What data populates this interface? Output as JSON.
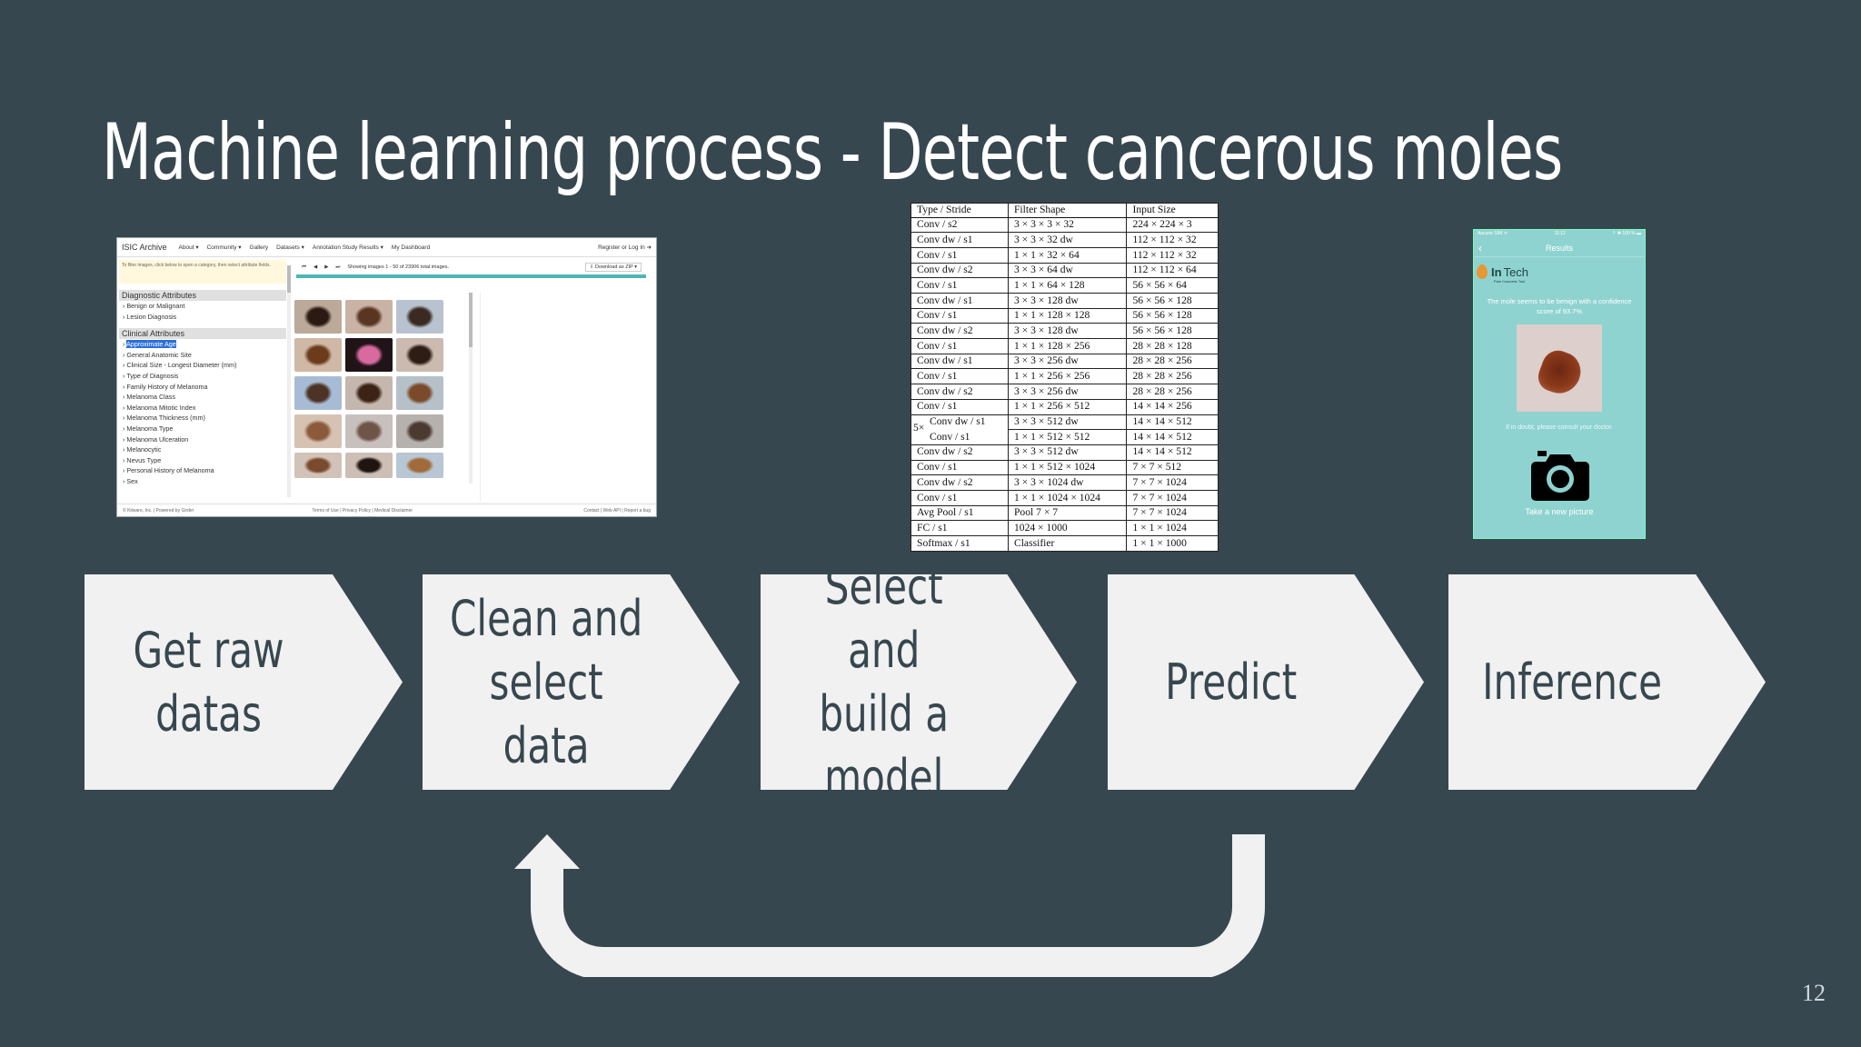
{
  "slide": {
    "title": "Machine learning process - Detect cancerous moles",
    "page_number": "12"
  },
  "isic": {
    "brand": "ISIC Archive",
    "nav": [
      "About ▾",
      "Community ▾",
      "Gallery",
      "Datasets ▾",
      "Annotation Study Results ▾",
      "My Dashboard"
    ],
    "login": "Register or Log In ➜",
    "note": "To filter images, click below to open a category, then select attribute fields.",
    "diagnostic_header": "Diagnostic Attributes",
    "diagnostic_items": [
      "Benign or Malignant",
      "Lesion Diagnosis"
    ],
    "clinical_header": "Clinical Attributes",
    "clinical_items": [
      "Approximate Age",
      "General Anatomic Site",
      "Clinical Size - Longest Diameter (mm)",
      "Type of Diagnosis",
      "Family History of Melanoma",
      "Melanoma Class",
      "Melanoma Mitotic Index",
      "Melanoma Thickness (mm)",
      "Melanoma Type",
      "Melanoma Ulceration",
      "Melanocytic",
      "Nevus Type",
      "Personal History of Melanoma",
      "Sex"
    ],
    "showing_text": "Showing images 1 - 50 of 23906 total images.",
    "download": "⇩ Download as ZIP ▾",
    "footer_left": "© Kitware, Inc. | Powered by Girder",
    "footer_mid": "Terms of Use | Privacy Policy | Medical Disclaimer",
    "footer_right": "Contact | Web API | Report a bug"
  },
  "arch_table": {
    "headers": [
      "Type / Stride",
      "Filter Shape",
      "Input Size"
    ],
    "rows": [
      [
        "Conv / s2",
        "3 × 3 × 3 × 32",
        "224 × 224 × 3"
      ],
      [
        "Conv dw / s1",
        "3 × 3 × 32 dw",
        "112 × 112 × 32"
      ],
      [
        "Conv / s1",
        "1 × 1 × 32 × 64",
        "112 × 112 × 32"
      ],
      [
        "Conv dw / s2",
        "3 × 3 × 64 dw",
        "112 × 112 × 64"
      ],
      [
        "Conv / s1",
        "1 × 1 × 64 × 128",
        "56 × 56 × 64"
      ],
      [
        "Conv dw / s1",
        "3 × 3 × 128 dw",
        "56 × 56 × 128"
      ],
      [
        "Conv / s1",
        "1 × 1 × 128 × 128",
        "56 × 56 × 128"
      ],
      [
        "Conv dw / s2",
        "3 × 3 × 128 dw",
        "56 × 56 × 128"
      ],
      [
        "Conv / s1",
        "1 × 1 × 128 × 256",
        "28 × 28 × 128"
      ],
      [
        "Conv dw / s1",
        "3 × 3 × 256 dw",
        "28 × 28 × 256"
      ],
      [
        "Conv / s1",
        "1 × 1 × 256 × 256",
        "28 × 28 × 256"
      ],
      [
        "Conv dw / s2",
        "3 × 3 × 256 dw",
        "28 × 28 × 256"
      ],
      [
        "Conv / s1",
        "1 × 1 × 256 × 512",
        "14 × 14 × 256"
      ]
    ],
    "group_mult": "5×",
    "group_rows": [
      [
        "Conv dw / s1",
        "3 × 3 × 512 dw",
        "14 × 14 × 512"
      ],
      [
        "Conv / s1",
        "1 × 1 × 512 × 512",
        "14 × 14 × 512"
      ]
    ],
    "tail_rows": [
      [
        "Conv dw / s2",
        "3 × 3 × 512 dw",
        "14 × 14 × 512"
      ],
      [
        "Conv / s1",
        "1 × 1 × 512 × 1024",
        "7 × 7 × 512"
      ],
      [
        "Conv dw / s2",
        "3 × 3 × 1024 dw",
        "7 × 7 × 1024"
      ],
      [
        "Conv / s1",
        "1 × 1 × 1024 × 1024",
        "7 × 7 × 1024"
      ],
      [
        "Avg Pool / s1",
        "Pool 7 × 7",
        "7 × 7 × 1024"
      ],
      [
        "FC / s1",
        "1024 × 1000",
        "1 × 1 × 1024"
      ],
      [
        "Softmax / s1",
        "Classifier",
        "1 × 1 × 1000"
      ]
    ]
  },
  "phone": {
    "carrier": "Aucune SIM ᯤ",
    "time": "11:12",
    "battery": "⇡ ✱ 100 % ▬",
    "back": "‹",
    "header": "Results",
    "logo_a": "In",
    "logo_b": "Tech",
    "tagline": "Pain Cosmetic Tool",
    "message": "The mole seems to be benign with a confidence score of 93.7%",
    "doubt": "If in doubt, please consult your doctor.",
    "take_picture": "Take a new picture"
  },
  "steps": [
    {
      "label": "Get raw datas"
    },
    {
      "label": "Clean and\nselect data"
    },
    {
      "label": "Select and\nbuild a model"
    },
    {
      "label": "Predict"
    },
    {
      "label": "Inference"
    }
  ],
  "colors": {
    "background": "#37474f",
    "step_fill": "#f1f1f1",
    "step_text": "#37474f",
    "accent_teal": "#4fb6b4",
    "phone_bg": "#8fd3d0"
  },
  "icons": {
    "camera": "camera-icon",
    "feedback": "loop-back-arrow-icon"
  }
}
